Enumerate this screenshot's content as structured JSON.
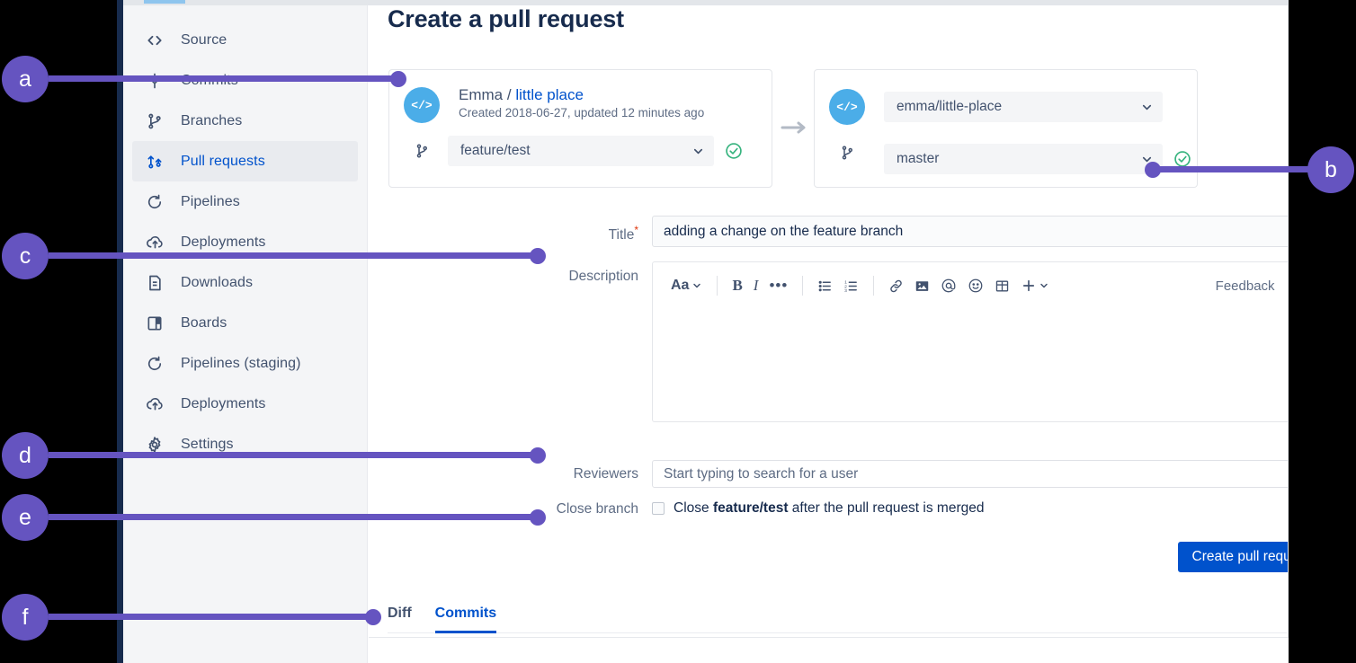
{
  "app": {
    "page_title": "Create a pull request"
  },
  "sidebar": {
    "items": [
      {
        "label": "Source",
        "icon": "code-brackets-icon",
        "active": false
      },
      {
        "label": "Commits",
        "icon": "commit-icon",
        "active": false
      },
      {
        "label": "Branches",
        "icon": "branch-icon",
        "active": false
      },
      {
        "label": "Pull requests",
        "icon": "pull-request-icon",
        "active": true
      },
      {
        "label": "Pipelines",
        "icon": "pipelines-icon",
        "active": false
      },
      {
        "label": "Deployments",
        "icon": "deployments-icon",
        "active": false
      },
      {
        "label": "Downloads",
        "icon": "downloads-icon",
        "active": false
      },
      {
        "label": "Boards",
        "icon": "boards-icon",
        "active": false
      },
      {
        "label": "Pipelines (staging)",
        "icon": "pipelines-icon",
        "active": false
      },
      {
        "label": "Deployments",
        "icon": "deployments-icon",
        "active": false
      },
      {
        "label": "Settings",
        "icon": "gear-icon",
        "active": false
      }
    ]
  },
  "source": {
    "avatar_glyph": "</>",
    "owner": "Emma",
    "separator": "/",
    "repo_link": "little place",
    "meta": "Created 2018-06-27, updated 12 minutes ago",
    "branch_value": "feature/test",
    "status_icon": "check-circle-icon"
  },
  "destination": {
    "avatar_glyph": "</>",
    "repo_value": "emma/little-place",
    "branch_value": "master",
    "status_icon": "check-circle-icon"
  },
  "form": {
    "title_label": "Title",
    "title_required_marker": "*",
    "title_value": "adding a change on the feature branch",
    "title_trailing_icon": "id-card-icon",
    "description_label": "Description",
    "reviewers_label": "Reviewers",
    "reviewers_placeholder": "Start typing to search for a user",
    "close_branch_label": "Close branch",
    "close_branch_text_before": "Close ",
    "close_branch_branch": "feature/test",
    "close_branch_text_after": " after the pull request is merged",
    "close_branch_checked": false,
    "submit_label": "Create pull request"
  },
  "editor_toolbar": {
    "text_style_label": "Aa",
    "buttons": [
      "text-style-icon",
      "bold-icon",
      "italic-icon",
      "more-formatting-icon",
      "bullet-list-icon",
      "numbered-list-icon",
      "link-icon",
      "image-icon",
      "mention-icon",
      "emoji-icon",
      "table-icon",
      "insert-plus-icon"
    ],
    "feedback_label": "Feedback",
    "help_label": "?"
  },
  "tabs": [
    {
      "label": "Diff",
      "active": false
    },
    {
      "label": "Commits",
      "active": true
    }
  ],
  "callouts": [
    {
      "id": "a",
      "label": "a"
    },
    {
      "id": "b",
      "label": "b"
    },
    {
      "id": "c",
      "label": "c"
    },
    {
      "id": "d",
      "label": "d"
    },
    {
      "id": "e",
      "label": "e"
    },
    {
      "id": "f",
      "label": "f"
    }
  ],
  "colors": {
    "accent_blue": "#0052cc",
    "callout_purple": "#6554c0",
    "repo_avatar_blue": "#4bade8",
    "success_green": "#36b37e",
    "sidebar_bg": "#f4f5f7",
    "text_subtle": "#5e6c84",
    "text_primary": "#172b4d"
  }
}
